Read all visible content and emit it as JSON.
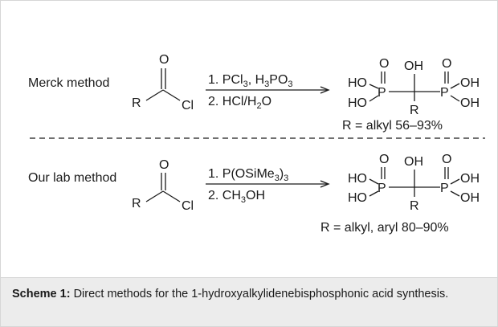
{
  "rows": [
    {
      "method": "Merck method",
      "reactant": {
        "o": "O",
        "r": "R",
        "cl": "Cl"
      },
      "conditions": [
        [
          "1. PCl",
          "3",
          ", H",
          "3",
          "PO",
          "3"
        ],
        [
          "2. HCl/H",
          "2",
          "O"
        ]
      ],
      "product": {
        "ho1": "HO",
        "ho2": "HO",
        "o1": "O",
        "p1": "P",
        "oh": "OH",
        "o2": "O",
        "p2": "P",
        "oh2": "OH",
        "oh3": "OH",
        "r": "R"
      },
      "yield": "R = alkyl 56–93%"
    },
    {
      "method": "Our lab method",
      "reactant": {
        "o": "O",
        "r": "R",
        "cl": "Cl"
      },
      "conditions": [
        [
          "1. P(OSiMe",
          "3",
          ")",
          "3"
        ],
        [
          "2. CH",
          "3",
          "OH"
        ]
      ],
      "product": {
        "ho1": "HO",
        "ho2": "HO",
        "o1": "O",
        "p1": "P",
        "oh": "OH",
        "o2": "O",
        "p2": "P",
        "oh2": "OH",
        "oh3": "OH",
        "r": "R"
      },
      "yield": "R = alkyl, aryl 80–90%"
    }
  ],
  "caption": {
    "label": "Scheme 1:",
    "text": " Direct methods for the 1-hydroxyalkylidenebisphosphonic acid synthesis."
  },
  "colors": {
    "caption_bg": "#ececec",
    "border": "#d6d6d6",
    "ink": "#1a1a1a"
  }
}
